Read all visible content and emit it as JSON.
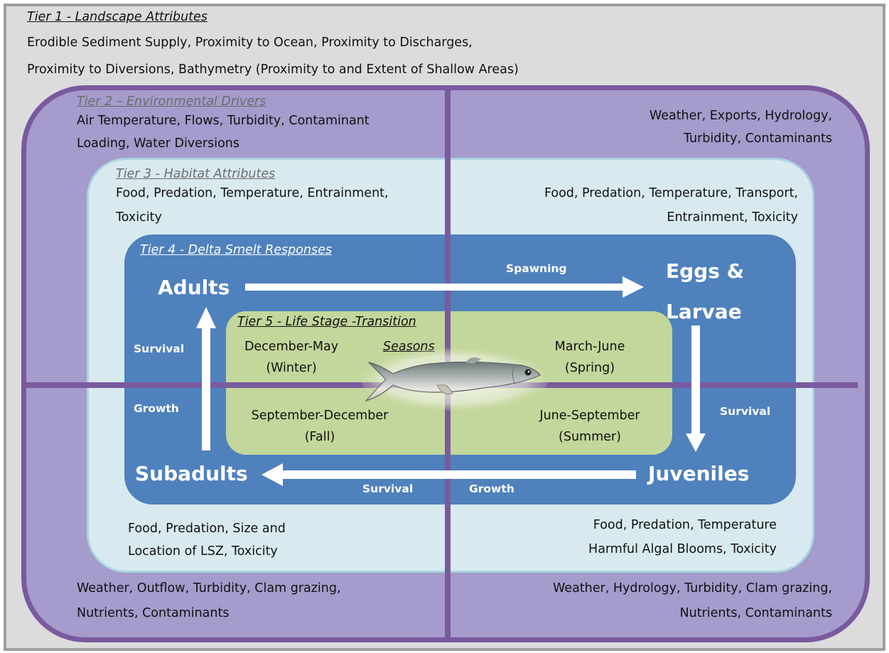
{
  "tier1": {
    "title": "Tier 1 - Landscape Attributes",
    "line1": "Erodible Sediment Supply, Proximity to Ocean, Proximity to Discharges,",
    "line2": "Proximity to Diversions, Bathymetry (Proximity to and Extent of Shallow Areas)"
  },
  "tier2": {
    "title": "Tier 2 – Environmental Drivers",
    "top_left": [
      "Air Temperature, Flows, Turbidity, Contaminant",
      "Loading, Water Diversions"
    ],
    "top_right": [
      "Weather, Exports, Hydrology,",
      "Turbidity, Contaminants"
    ],
    "bottom_left": [
      "Weather, Outflow, Turbidity, Clam grazing,",
      "Nutrients, Contaminants"
    ],
    "bottom_right": [
      "Weather, Hydrology, Turbidity, Clam grazing,",
      "Nutrients, Contaminants"
    ]
  },
  "tier3": {
    "title": "Tier 3 - Habitat Attributes",
    "top_left": [
      "Food, Predation, Temperature, Entrainment,",
      "Toxicity"
    ],
    "top_right": [
      "Food, Predation, Temperature, Transport,",
      "Entrainment, Toxicity"
    ],
    "bottom_left": [
      "Food, Predation, Size and",
      "Location of LSZ, Toxicity"
    ],
    "bottom_right": [
      "Food, Predation, Temperature",
      "Harmful Algal Blooms, Toxicity"
    ]
  },
  "tier4": {
    "title": "Tier 4 - Delta Smelt Responses",
    "stages": {
      "adults": "Adults",
      "eggs_line1": "Eggs &",
      "eggs_line2": "Larvae",
      "juveniles": "Juveniles",
      "subadults": "Subadults"
    },
    "arrow_labels": {
      "spawning": "Spawning",
      "survival_left": "Survival",
      "growth_left": "Growth",
      "survival_right": "Survival",
      "survival_bottom": "Survival",
      "growth_bottom": "Growth"
    }
  },
  "tier5": {
    "title": "Tier 5 - Life Stage -Transition",
    "seasons_label": "Seasons",
    "winter": [
      "December-May",
      "(Winter)"
    ],
    "spring": [
      "March-June",
      "(Spring)"
    ],
    "fall": [
      "September-December",
      "(Fall)"
    ],
    "summer": [
      "June-September",
      "(Summer)"
    ]
  },
  "colors": {
    "tier1_bg": "#dcdcdc",
    "tier2_fill": "#a59bcc",
    "tier2_border": "#7a5a9e",
    "tier3_fill": "#d8eaef",
    "tier4_fill": "#4f81bd",
    "tier5_fill": "#c3d69b",
    "arrows": "#ffffff"
  },
  "icons": {
    "fish": "delta-smelt-fish-icon"
  }
}
